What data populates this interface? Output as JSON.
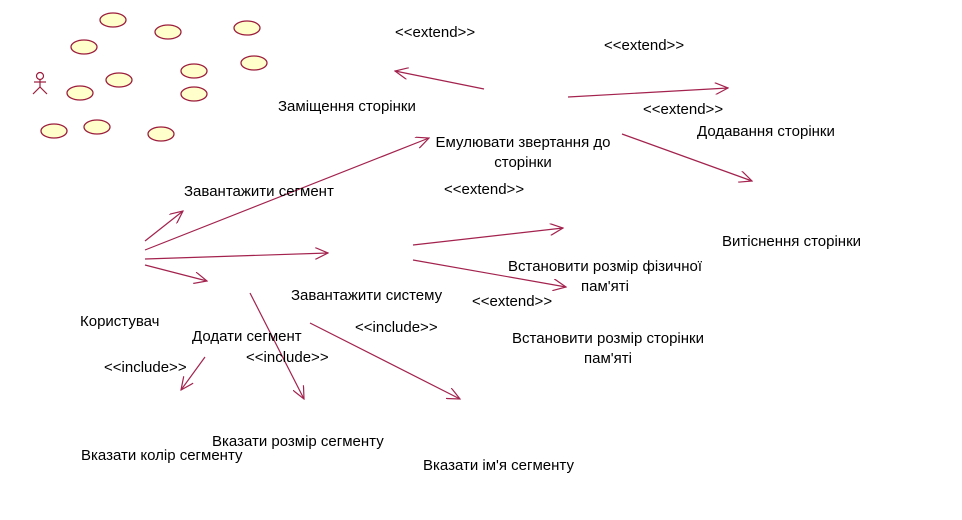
{
  "actor": {
    "name": "Користувач"
  },
  "use_cases": {
    "replace_page": "Заміщення сторінки",
    "emulate_access": "Емулювати звертання до сторінки",
    "add_page": "Додавання сторінки",
    "load_segment": "Завантажити сегмент",
    "evict_page": "Витіснення сторінки",
    "set_physical_memory": "Встановити розмір фізичної пам'яті",
    "load_system": "Завантажити систему",
    "set_page_size": "Встановити розмір сторінки пам'яті",
    "add_segment": "Додати сегмент",
    "segment_size": "Вказати розмір сегменту",
    "segment_color": "Вказати колір сегменту",
    "segment_name": "Вказати ім'я сегменту"
  },
  "stereotypes": {
    "extend": "<<extend>>",
    "include": "<<include>>"
  },
  "colors": {
    "line": "#a3224e",
    "ellipse_fill": "#ffffcc",
    "ellipse_stroke": "#9b1c3c"
  }
}
